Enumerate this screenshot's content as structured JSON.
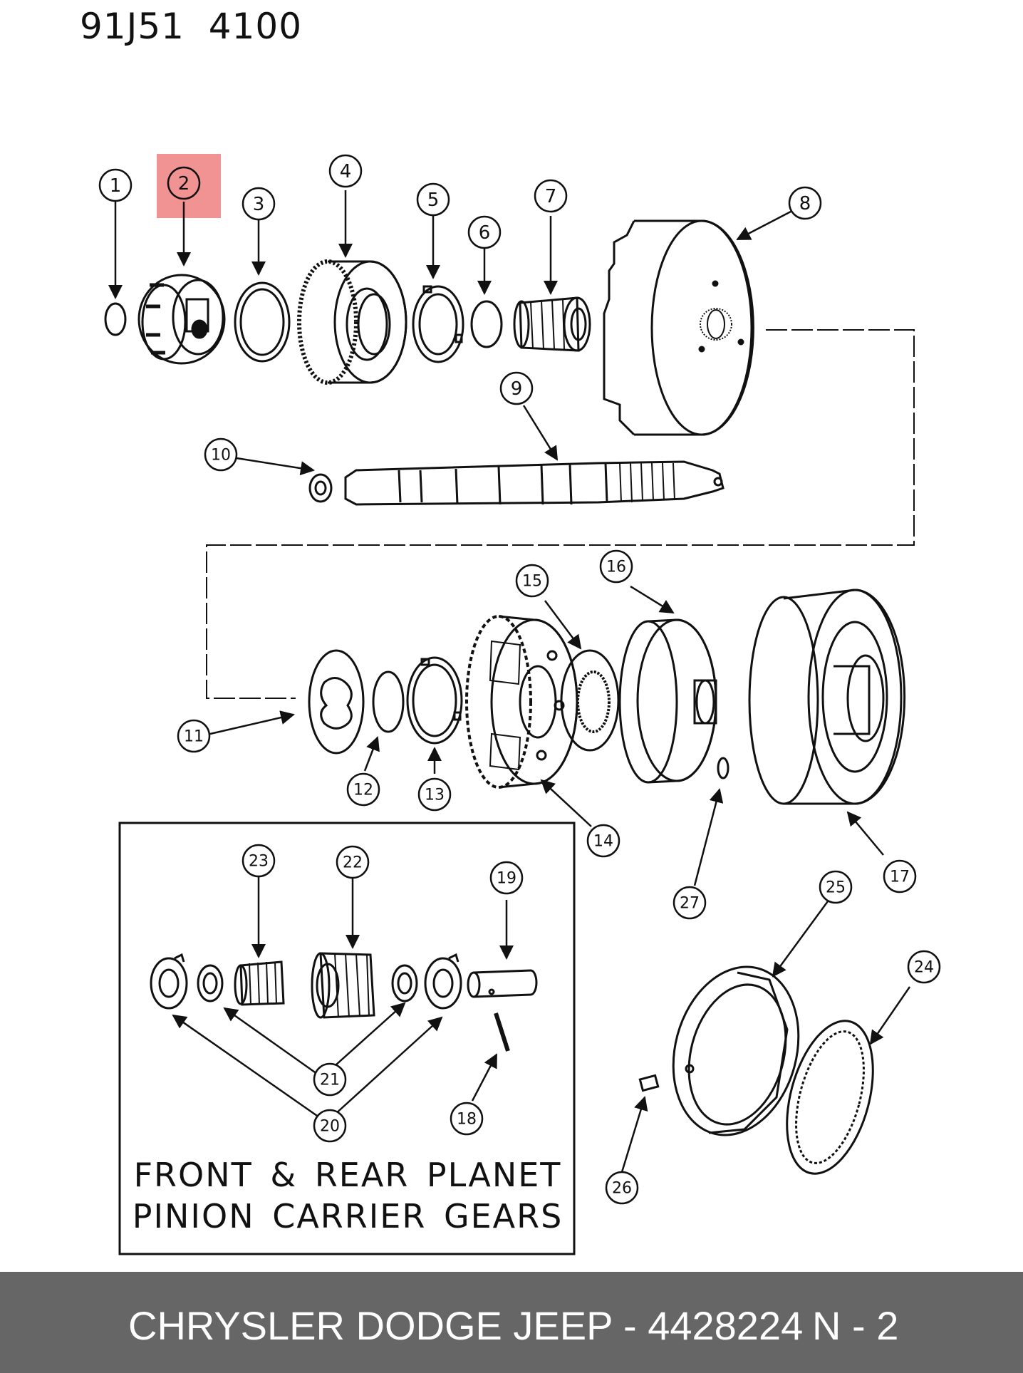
{
  "header": {
    "code": "91J51  4100"
  },
  "highlight": {
    "part": "2",
    "color": "#f08080"
  },
  "callouts": [
    "1",
    "2",
    "3",
    "4",
    "5",
    "6",
    "7",
    "8",
    "9",
    "10",
    "11",
    "12",
    "13",
    "14",
    "15",
    "16",
    "17",
    "18",
    "19",
    "20",
    "21",
    "22",
    "23",
    "24",
    "25",
    "26",
    "27"
  ],
  "inset": {
    "line1": "FRONT & REAR PLANET",
    "line2": "PINION CARRIER GEARS"
  },
  "footer": {
    "text": "CHRYSLER DODGE JEEP - 4428224",
    "page": "N - 2",
    "background": "#666666"
  }
}
